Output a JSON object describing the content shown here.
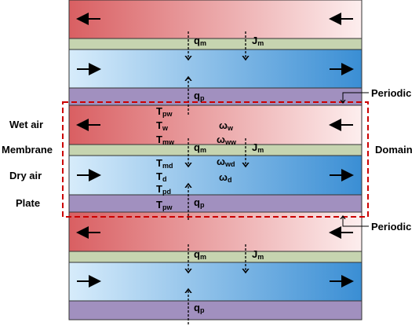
{
  "labels": {
    "wet_air": "Wet air",
    "membrane": "Membrane",
    "dry_air": "Dry air",
    "plate": "Plate",
    "domain": "Domain",
    "periodic_top": "Periodic",
    "periodic_bottom": "Periodic"
  },
  "symbols": {
    "qm": {
      "base": "q",
      "sub": "m"
    },
    "Jm": {
      "base": "J",
      "sub": "m"
    },
    "qp": {
      "base": "q",
      "sub": "p"
    },
    "Tpw": {
      "base": "T",
      "sub": "pw"
    },
    "Tw": {
      "base": "T",
      "sub": "w"
    },
    "Tmw": {
      "base": "T",
      "sub": "mw"
    },
    "Tmd": {
      "base": "T",
      "sub": "md"
    },
    "Td": {
      "base": "T",
      "sub": "d"
    },
    "Tpd": {
      "base": "T",
      "sub": "pd"
    },
    "ww": {
      "base": "ω",
      "sub": "w"
    },
    "www": {
      "base": "ω",
      "sub": "ww"
    },
    "wwd": {
      "base": "ω",
      "sub": "wd"
    },
    "wd": {
      "base": "ω",
      "sub": "d"
    }
  },
  "colors": {
    "wet_dark": "#d95f62",
    "wet_light": "#fdeeee",
    "dry_light": "#d7ecfb",
    "dry_dark": "#3a8ed4",
    "membrane": "#c6d4b0",
    "plate": "#a190bf",
    "domain_border": "#cc0000"
  }
}
